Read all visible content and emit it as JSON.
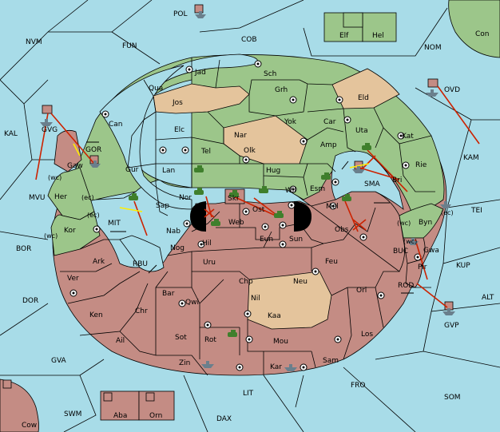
{
  "colors": {
    "sea": "#a8dce8",
    "power_green": "#9cc68a",
    "power_red": "#c48c84",
    "neutral": "#e4c49c",
    "unit_fleet": "#6a7f8c",
    "unit_army": "#3f7f2c",
    "order_arrow": "#cc2200",
    "support_arrow": "#ffee00"
  },
  "provinces": {
    "POL": "POL",
    "NVM": "NVM",
    "FUN": "FUN",
    "COB": "COB",
    "NOM": "NOM",
    "Con": "Con",
    "Elf": "Elf",
    "Hel": "Hel",
    "OVD": "OVD",
    "KAL": "KAL",
    "GVG": "GVG",
    "MVU": "MVU",
    "KAM": "KAM",
    "TEI": "TEI",
    "BOR": "BOR",
    "DOR": "DOR",
    "GVA": "GVA",
    "SWM": "SWM",
    "Cow": "Cow",
    "Aba": "Aba",
    "Orn": "Orn",
    "DAX": "DAX",
    "LIT": "LIT",
    "FRO": "FRO",
    "SOM": "SOM",
    "ALT": "ALT",
    "KUP": "KUP",
    "GVP": "GVP",
    "BUC": "BUC",
    "ROD": "ROD",
    "MIT": "MIT",
    "RBU": "RBU",
    "GOR": "GOR",
    "SMA": "SMA",
    "Jad": "Jad",
    "Sch": "Sch",
    "Qua": "Qua",
    "Jos": "Jos",
    "Grh": "Grh",
    "Eld": "Eld",
    "Can": "Can",
    "Elc": "Elc",
    "Nar": "Nar",
    "Yok": "Yok",
    "Car": "Car",
    "Uta": "Uta",
    "Kat": "Kat",
    "Tel": "Tel",
    "Olk": "Olk",
    "Amp": "Amp",
    "Gur": "Gur",
    "Lan": "Lan",
    "Hug": "Hug",
    "Rie": "Rie",
    "Bri": "Bri",
    "Gaw": "Gaw",
    "Her": "Her",
    "Kor": "Kor",
    "Nor": "Nor",
    "Skr": "Skr",
    "Wil": "Wil",
    "Esm": "Esm",
    "Sap": "Sap",
    "Web": "Web",
    "Ost": "Ost",
    "Mel": "Mel",
    "Byn": "Byn",
    "Obs": "Obs",
    "Nab": "Nab",
    "Hil": "Hil",
    "Eun": "Eun",
    "Sun": "Sun",
    "Gwa": "Gwa",
    "Nog": "Nog",
    "Pir": "Pir",
    "Ark": "Ark",
    "Uru": "Uru",
    "Feu": "Feu",
    "Ver": "Ver",
    "Chp": "Chp",
    "Neu": "Neu",
    "Orl": "Orl",
    "Bar": "Bar",
    "Qwi": "Qwi",
    "Nil": "Nil",
    "Ken": "Ken",
    "Chr": "Chr",
    "Kaa": "Kaa",
    "Ail": "Ail",
    "Sot": "Sot",
    "Rot": "Rot",
    "Mou": "Mou",
    "Los": "Los",
    "Zin": "Zin",
    "Kar": "Kar",
    "Sam": "Sam"
  },
  "coast_tags": {
    "gaw_wc": "(wc)",
    "her_ec": "(ec)",
    "kor_ec": "(ec)",
    "kor_wc": "(wc)",
    "byn_wc": "(wc)",
    "byn_ec": "(ec)",
    "gwa_wc": "(wc)"
  }
}
